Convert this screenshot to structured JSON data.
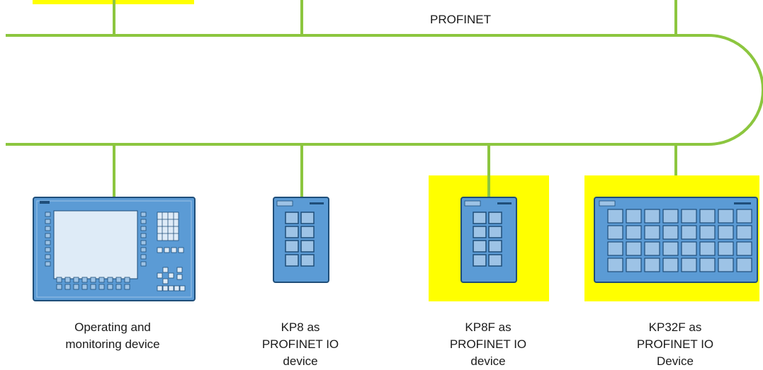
{
  "network": {
    "label": "PROFINET"
  },
  "devices": [
    {
      "caption": [
        "Operating and",
        "monitoring device"
      ],
      "highlighted": false
    },
    {
      "caption": [
        "KP8 as",
        "PROFINET IO",
        "device"
      ],
      "highlighted": false
    },
    {
      "caption": [
        "KP8F as",
        "PROFINET IO",
        "device"
      ],
      "highlighted": true
    },
    {
      "caption": [
        "KP32F as",
        "PROFINET IO",
        "Device"
      ],
      "highlighted": true
    }
  ],
  "colors": {
    "bus": "#8cc63f",
    "highlight": "#ffff00",
    "device_body": "#5b9bd5",
    "device_border": "#1f4e79"
  }
}
